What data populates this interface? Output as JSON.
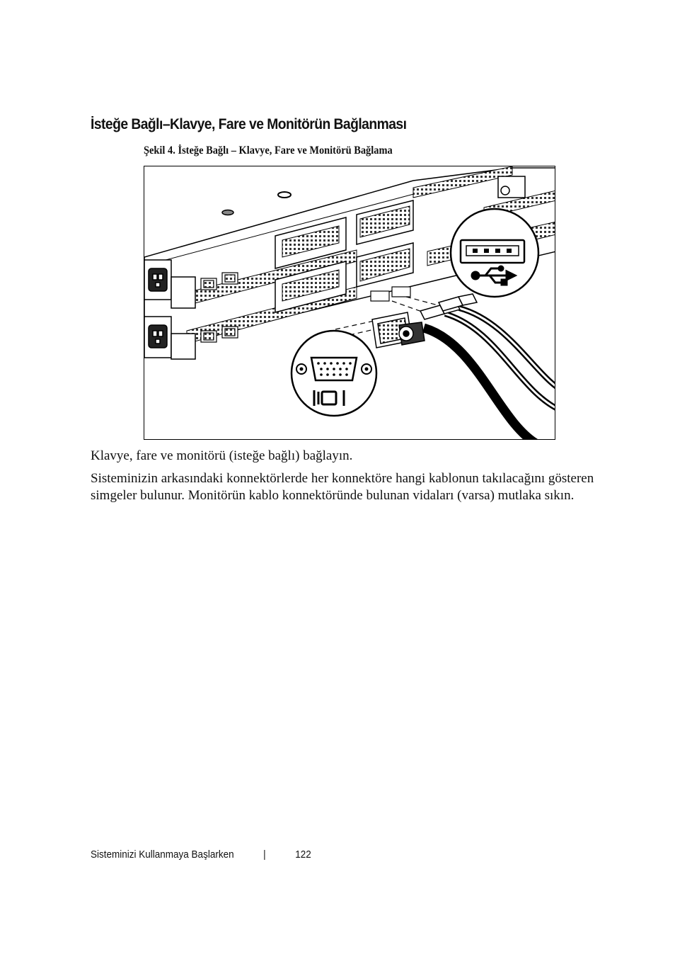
{
  "section": {
    "heading": "İsteğe Bağlı–Klavye, Fare ve Monitörün Bağlanması"
  },
  "figure": {
    "caption": "Şekil 4. İsteğe Bağlı – Klavye, Fare ve Monitörü Bağlama",
    "usb_callout_icon": "usb-icon",
    "vga_callout_icon": "vga-monitor-icon",
    "vga_symbol_text": "IOI"
  },
  "body": {
    "para1": "Klavye, fare ve monitörü (isteğe bağlı) bağlayın.",
    "para2": "Sisteminizin arkasındaki konnektörlerde her konnektöre hangi kablonun takılacağını gösteren simgeler bulunur. Monitörün kablo konnektöründe bulunan vidaları (varsa) mutlaka sıkın."
  },
  "footer": {
    "title": "Sisteminizi  Kullanmaya Başlarken",
    "separator": "|",
    "page_number": "122"
  }
}
